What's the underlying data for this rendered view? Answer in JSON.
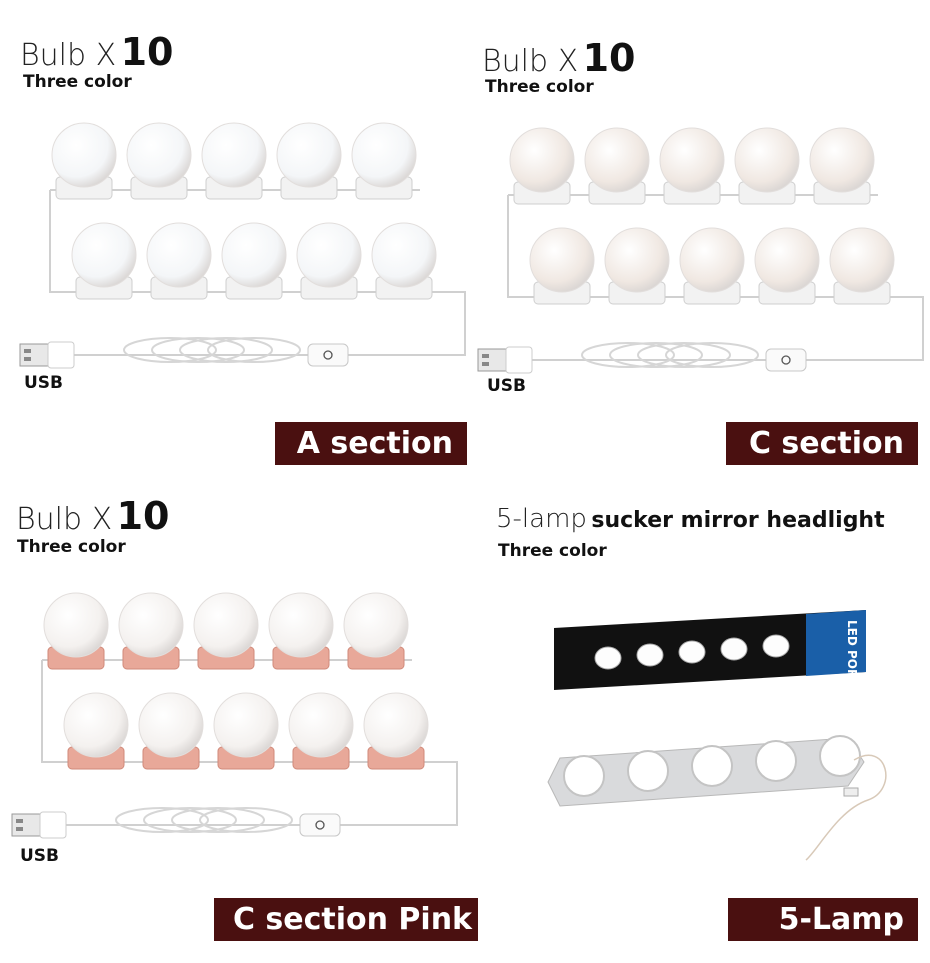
{
  "panels": [
    {
      "title_prefix": "Bulb X",
      "title_number": "10",
      "subtitle": "Three color",
      "usb_label": "USB",
      "banner": "A section",
      "bulb_tint": "#f4f6f8",
      "base_color": "#f2f2f2"
    },
    {
      "title_prefix": "Bulb X",
      "title_number": "10",
      "subtitle": "Three color",
      "usb_label": "USB",
      "banner": "C section",
      "bulb_tint": "#f0e8e2",
      "base_color": "#f2f2f2"
    },
    {
      "title_prefix": "Bulb X",
      "title_number": "10",
      "subtitle": "Three color",
      "usb_label": "USB",
      "banner": "C section  Pink",
      "bulb_tint": "#f4f1ef",
      "base_color": "#e8a899"
    },
    {
      "title_prefix": "5-lamp",
      "title_rest": "sucker mirror headlight",
      "subtitle": "Three color",
      "banner": "5-Lamp",
      "box_text": "LED PORTABLE",
      "accent": "#1a5fa8"
    }
  ],
  "colors": {
    "banner_bg": "#4a1010",
    "banner_text": "#ffffff"
  }
}
